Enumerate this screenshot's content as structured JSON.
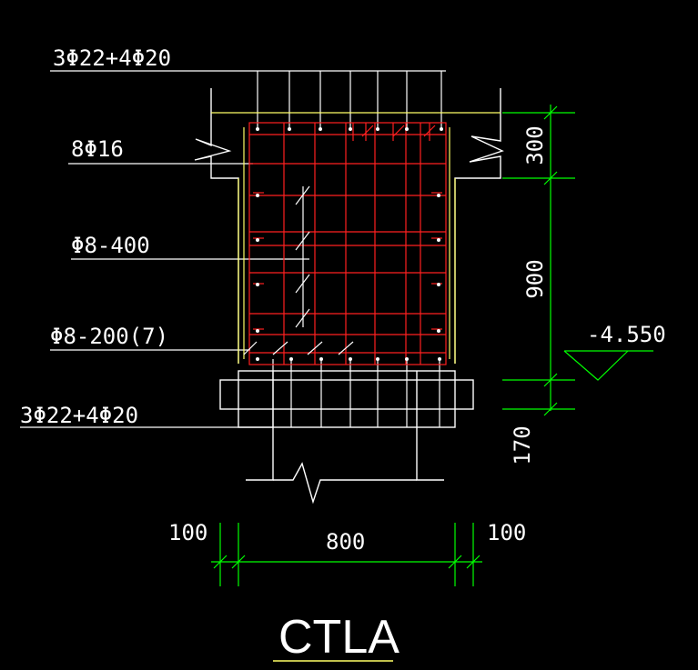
{
  "title": "CTLA",
  "annotations": {
    "top_rebar": "3Φ22+4Φ20",
    "side_rebar": "8Φ16",
    "tie_a": "Φ8-400",
    "tie_b": "Φ8-200(7)",
    "bottom_rebar": "3Φ22+4Φ20"
  },
  "dimensions": {
    "height_top": "300",
    "height_mid": "900",
    "height_bottom": "170",
    "width_left": "100",
    "width_main": "800",
    "width_right": "100"
  },
  "elevation": "-4.550",
  "colors": {
    "background": "#000000",
    "outline": "#ffffff",
    "rebar": "#ff2020",
    "concrete_edge": "#ffff66",
    "dimension": "#00ff00"
  }
}
